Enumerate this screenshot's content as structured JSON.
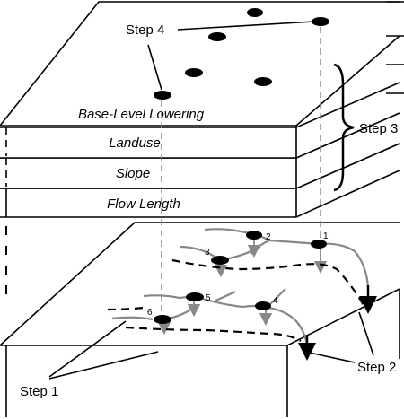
{
  "layers": {
    "base_level_lowering": "Base-Level Lowering",
    "landuse": "Landuse",
    "slope": "Slope",
    "flow_length": "Flow Length"
  },
  "steps": {
    "step1": "Step 1",
    "step2": "Step 2",
    "step3": "Step 3",
    "step4": "Step 4"
  },
  "points": [
    "1",
    "2",
    "3",
    "4",
    "5",
    "6"
  ]
}
